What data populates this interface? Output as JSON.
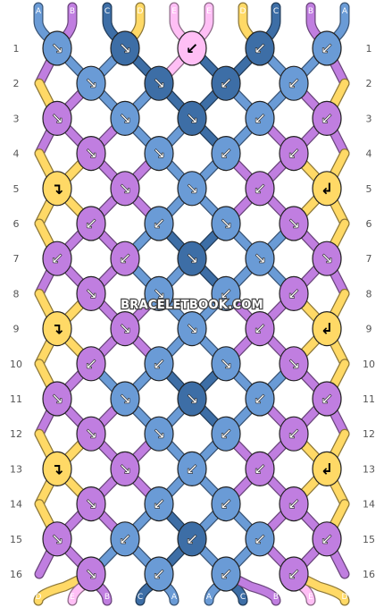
{
  "pattern": {
    "row_numbers": [
      "1",
      "2",
      "3",
      "4",
      "5",
      "6",
      "7",
      "8",
      "9",
      "10",
      "11",
      "12",
      "13",
      "14",
      "15",
      "16"
    ],
    "top_threads": [
      "A",
      "B",
      "C",
      "D",
      "E",
      "E",
      "D",
      "C",
      "B",
      "A"
    ],
    "bottom_threads": [
      "D",
      "E",
      "B",
      "C",
      "A",
      "A",
      "C",
      "B",
      "E",
      "D"
    ],
    "watermark": "BRACELETBOOK.COM",
    "colors": {
      "A": "#6a9bd6",
      "B": "#c07ee0",
      "C": "#3d6ea6",
      "D": "#ffd966",
      "E": "#ffbff5"
    },
    "rows": [
      [
        {
          "c": "A",
          "d": "↘"
        },
        {
          "c": "C",
          "d": "↘"
        },
        {
          "c": "E",
          "d": "↙"
        },
        {
          "c": "C",
          "d": "↙"
        },
        {
          "c": "A",
          "d": "↙"
        }
      ],
      [
        {
          "c": "A",
          "d": "↘"
        },
        {
          "c": "C",
          "d": "↘"
        },
        {
          "c": "C",
          "d": "↙"
        },
        {
          "c": "A",
          "d": "↙"
        }
      ],
      [
        {
          "c": "B",
          "d": "↘"
        },
        {
          "c": "A",
          "d": "↘"
        },
        {
          "c": "C",
          "d": "↘"
        },
        {
          "c": "A",
          "d": "↙"
        },
        {
          "c": "B",
          "d": "↙"
        }
      ],
      [
        {
          "c": "B",
          "d": "↘"
        },
        {
          "c": "A",
          "d": "↘"
        },
        {
          "c": "A",
          "d": "↙"
        },
        {
          "c": "B",
          "d": "↙"
        }
      ],
      [
        {
          "c": "D",
          "d": "↴"
        },
        {
          "c": "B",
          "d": "↘"
        },
        {
          "c": "A",
          "d": "↘"
        },
        {
          "c": "B",
          "d": "↙"
        },
        {
          "c": "D",
          "d": "↲"
        }
      ],
      [
        {
          "c": "B",
          "d": "↙"
        },
        {
          "c": "A",
          "d": "↙"
        },
        {
          "c": "A",
          "d": "↘"
        },
        {
          "c": "B",
          "d": "↘"
        }
      ],
      [
        {
          "c": "B",
          "d": "↙"
        },
        {
          "c": "B",
          "d": "↙"
        },
        {
          "c": "C",
          "d": "↘"
        },
        {
          "c": "A",
          "d": "↘"
        },
        {
          "c": "B",
          "d": "↘"
        }
      ],
      [
        {
          "c": "B",
          "d": "↘"
        },
        {
          "c": "A",
          "d": "↘"
        },
        {
          "c": "A",
          "d": "↙"
        },
        {
          "c": "B",
          "d": "↙"
        }
      ],
      [
        {
          "c": "D",
          "d": "↴"
        },
        {
          "c": "B",
          "d": "↘"
        },
        {
          "c": "A",
          "d": "↘"
        },
        {
          "c": "B",
          "d": "↙"
        },
        {
          "c": "D",
          "d": "↲"
        }
      ],
      [
        {
          "c": "B",
          "d": "↙"
        },
        {
          "c": "A",
          "d": "↙"
        },
        {
          "c": "A",
          "d": "↘"
        },
        {
          "c": "B",
          "d": "↘"
        }
      ],
      [
        {
          "c": "B",
          "d": "↘"
        },
        {
          "c": "A",
          "d": "↘"
        },
        {
          "c": "C",
          "d": "↘"
        },
        {
          "c": "A",
          "d": "↙"
        },
        {
          "c": "B",
          "d": "↙"
        }
      ],
      [
        {
          "c": "B",
          "d": "↘"
        },
        {
          "c": "A",
          "d": "↘"
        },
        {
          "c": "A",
          "d": "↙"
        },
        {
          "c": "B",
          "d": "↙"
        }
      ],
      [
        {
          "c": "D",
          "d": "↴"
        },
        {
          "c": "B",
          "d": "↘"
        },
        {
          "c": "A",
          "d": "↙"
        },
        {
          "c": "B",
          "d": "↙"
        },
        {
          "c": "D",
          "d": "↲"
        }
      ],
      [
        {
          "c": "B",
          "d": "↘"
        },
        {
          "c": "A",
          "d": "↙"
        },
        {
          "c": "A",
          "d": "↙"
        },
        {
          "c": "B",
          "d": "↙"
        }
      ],
      [
        {
          "c": "B",
          "d": "↘"
        },
        {
          "c": "A",
          "d": "↙"
        },
        {
          "c": "C",
          "d": "↙"
        },
        {
          "c": "A",
          "d": "↙"
        },
        {
          "c": "B",
          "d": "↙"
        }
      ],
      [
        {
          "c": "B",
          "d": "↘"
        },
        {
          "c": "A",
          "d": "↙"
        },
        {
          "c": "A",
          "d": "↙"
        },
        {
          "c": "B",
          "d": "↙"
        }
      ]
    ]
  }
}
